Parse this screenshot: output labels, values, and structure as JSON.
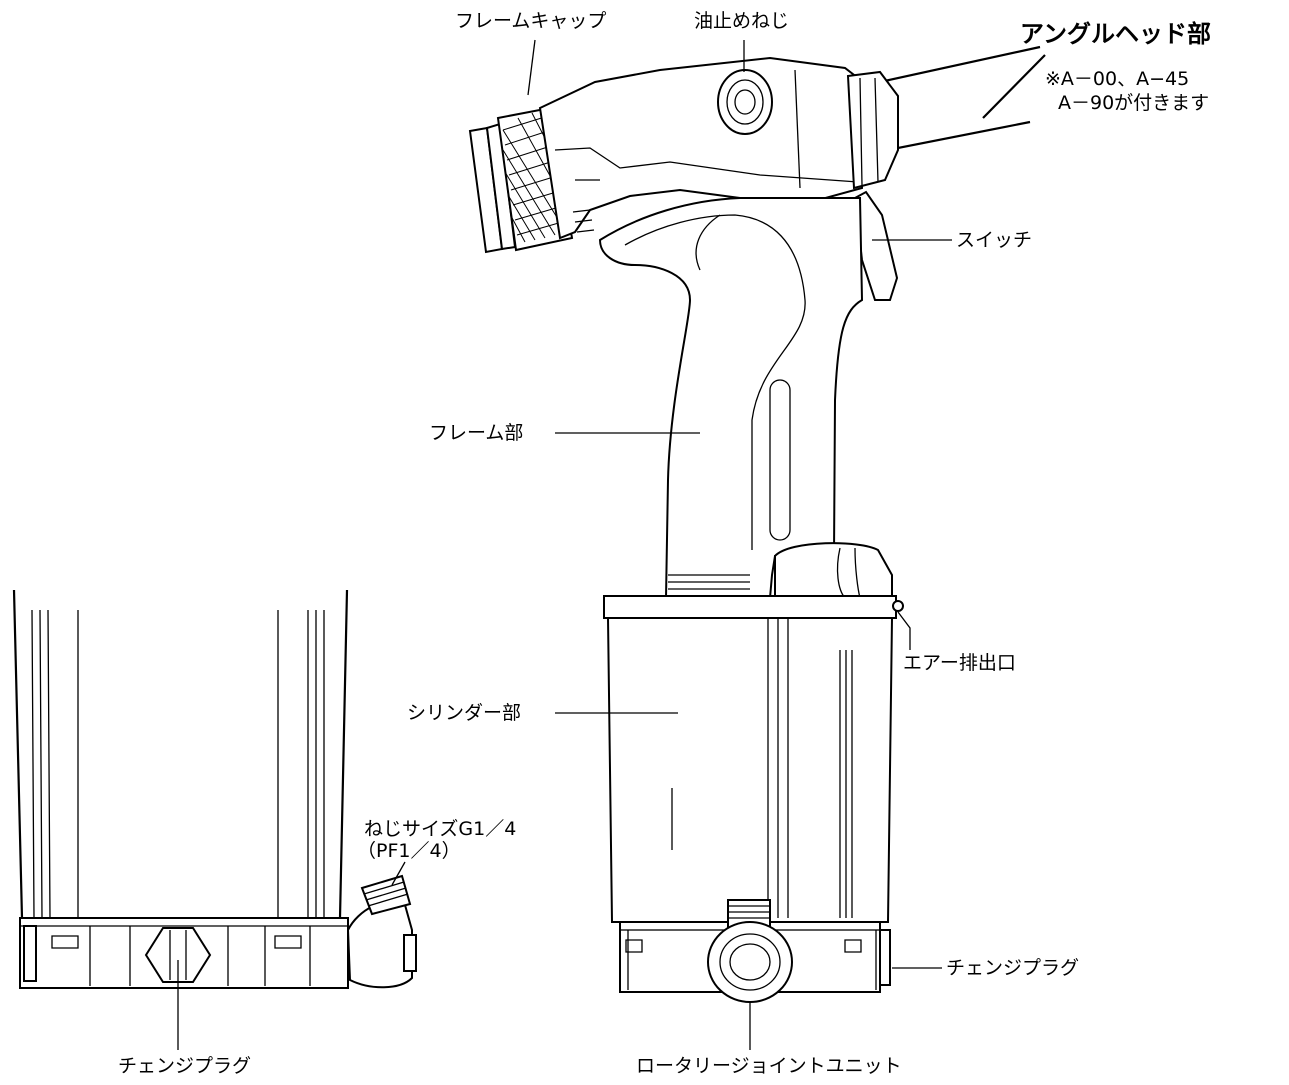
{
  "labels": {
    "frame_cap": "フレームキャップ",
    "oil_stop_screw": "油止めねじ",
    "angle_head": "アングルヘッド部",
    "angle_head_note_1": "※A－00、A−45",
    "angle_head_note_2": "A－90が付きます",
    "switch": "スイッチ",
    "frame": "フレーム部",
    "air_exhaust": "エアー排出口",
    "cylinder": "シリンダー部",
    "screw_size_1": "ねじサイズG1／4",
    "screw_size_2": "（PF1／4）",
    "change_plug_right": "チェンジプラグ",
    "change_plug_left": "チェンジプラグ",
    "rotary_joint": "ロータリージョイントユニット"
  }
}
